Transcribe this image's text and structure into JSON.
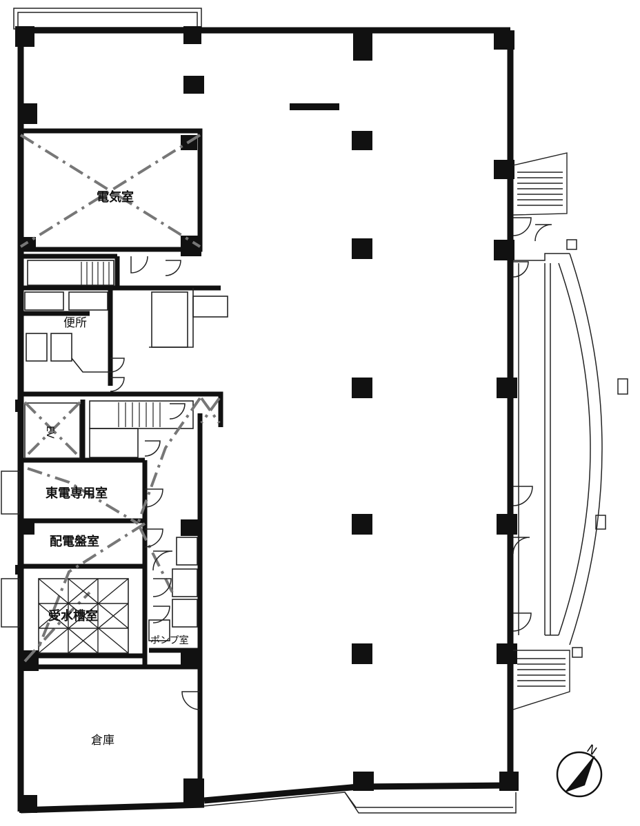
{
  "rooms": {
    "electrical": "電気室",
    "toilet": "便所",
    "elevator": "EV",
    "tepco": "東電専用室",
    "switchboard": "配電盤室",
    "water_tank": "受水槽室",
    "pump": "ポンプ室",
    "storage": "倉庫"
  },
  "compass": {
    "north": "N"
  }
}
